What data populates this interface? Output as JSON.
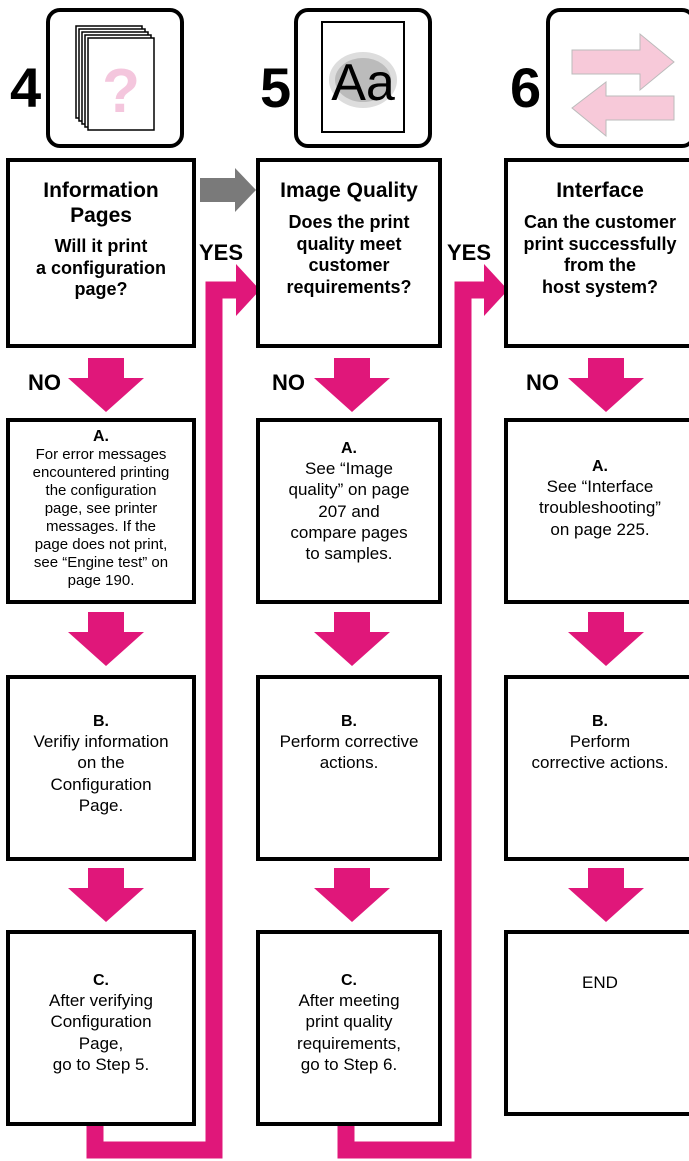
{
  "colors": {
    "arrow": "#e0177a",
    "gray_arrow": "#7a7a7a",
    "border": "#000000"
  },
  "columns": [
    {
      "step": "4",
      "icon": "pages-question-icon",
      "title": "Information\nPages",
      "question": "Will it print\na configuration\npage?",
      "no_label": "NO",
      "a_letter": "A.",
      "a_text": "For error messages\nencountered printing\nthe configuration\npage, see printer\nmessages. If the\npage does not print,\nsee “Engine test” on\npage 190.",
      "b_letter": "B.",
      "b_text": "Verifiy information\non the\nConfiguration\nPage.",
      "c_letter": "C.",
      "c_text": "After verifying\nConfiguration\nPage,\ngo to Step 5."
    },
    {
      "step": "5",
      "icon": "image-quality-icon",
      "icon_text": "Aa",
      "title": "Image Quality",
      "question": "Does the print\nquality meet\ncustomer\nrequirements?",
      "no_label": "NO",
      "a_letter": "A.",
      "a_text": "See “Image\nquality” on page\n207 and\ncompare pages\nto samples.",
      "b_letter": "B.",
      "b_text": "Perform corrective\nactions.",
      "c_letter": "C.",
      "c_text": "After meeting\nprint quality\nrequirements,\ngo to Step 6."
    },
    {
      "step": "6",
      "icon": "interface-arrows-icon",
      "title": "Interface",
      "question": "Can the customer\nprint successfully\nfrom the\nhost system?",
      "no_label": "NO",
      "a_letter": "A.",
      "a_text": "See “Interface\ntroubleshooting”\non page 225.",
      "b_letter": "B.",
      "b_text": "Perform\ncorrective actions.",
      "c_text": "END"
    }
  ],
  "yes_labels": [
    "YES",
    "YES"
  ]
}
